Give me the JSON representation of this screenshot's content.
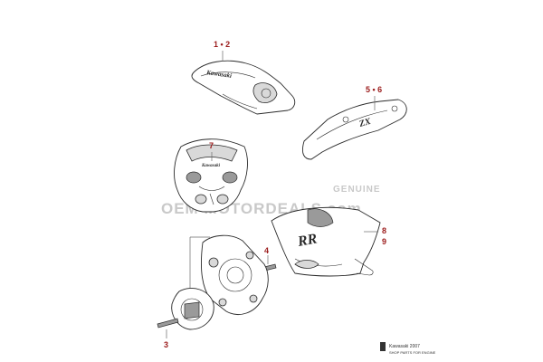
{
  "diagram": {
    "callouts": {
      "c12": "1 • 2",
      "c56": "5 • 6",
      "c7": "7",
      "c89a": "8",
      "c89b": "9",
      "c4": "4",
      "c3": "3"
    },
    "decals": {
      "tank_brand": "Kawasaki",
      "fairing_brand": "Kawasaki",
      "tail_model": "ZX",
      "side_model": "RR"
    },
    "watermark": {
      "line1": "GENUINE",
      "line2": "OEM MOTORDEALS.com"
    },
    "signature": {
      "line1": "Kawasaki 2007",
      "line2": "SHOP PARTS FOR ENGINE"
    },
    "colors": {
      "callout": "#9b1b1b",
      "line": "#2a2a2a"
    }
  }
}
